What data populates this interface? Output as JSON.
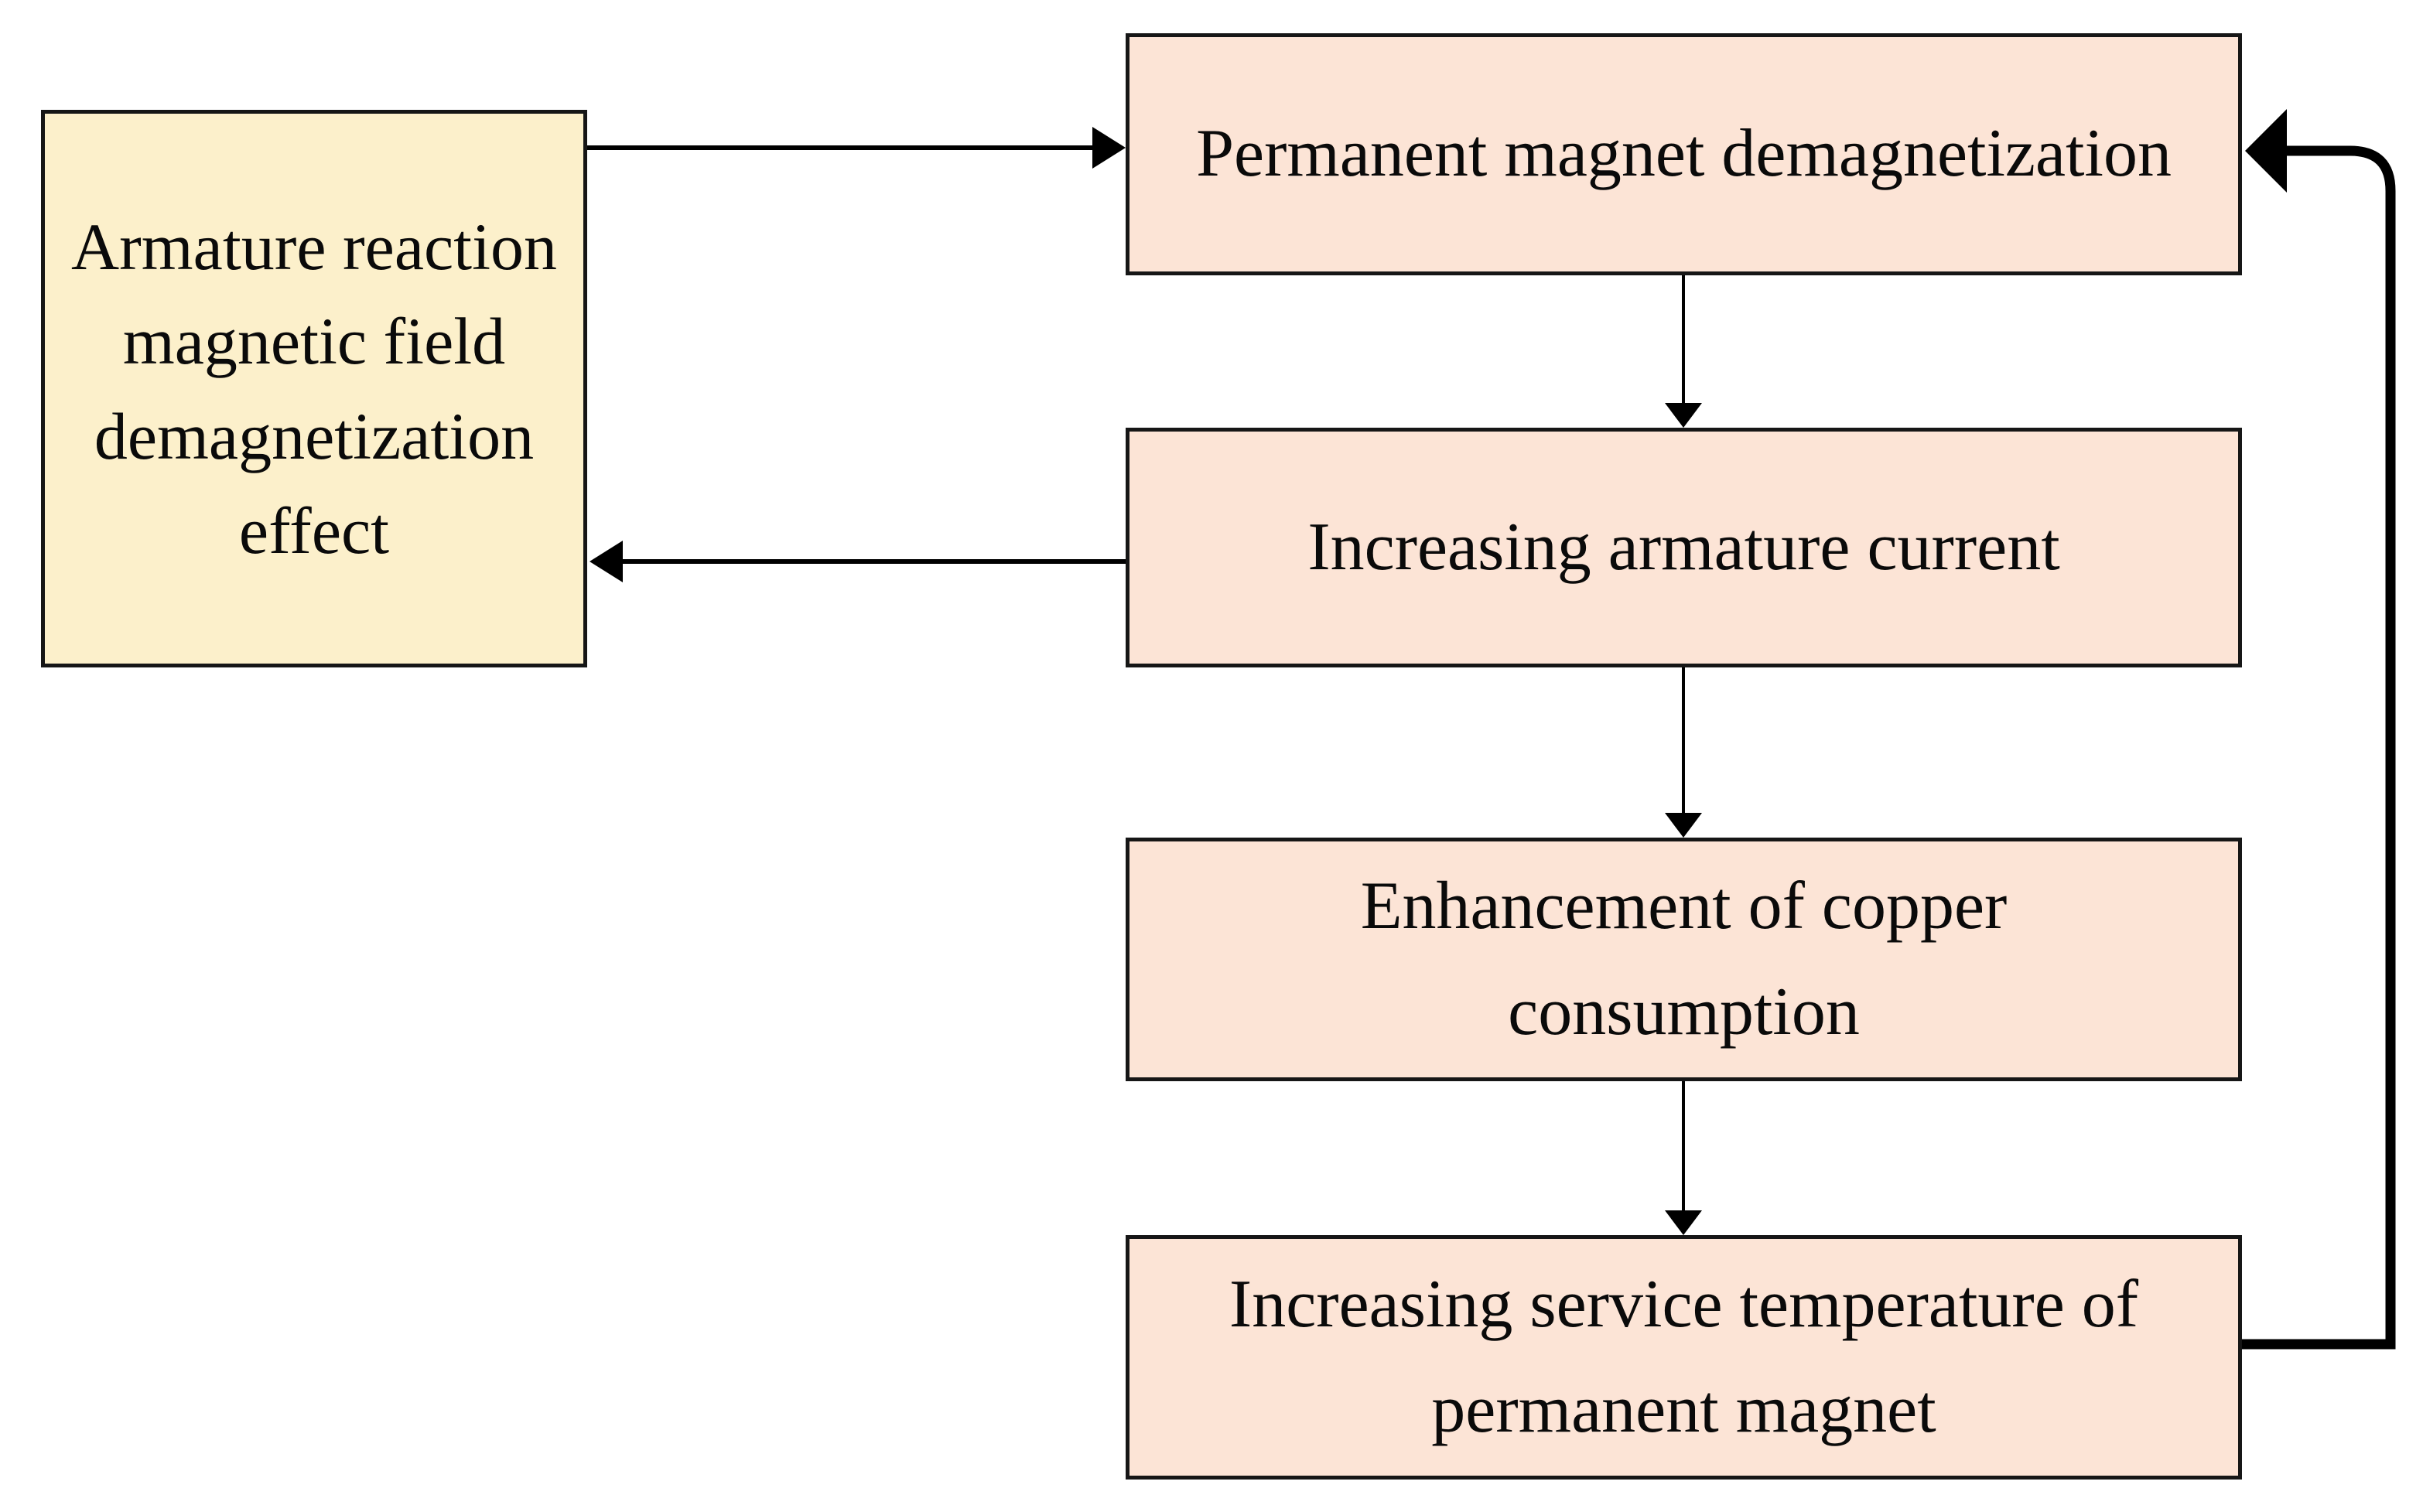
{
  "diagram": {
    "nodes": [
      {
        "id": "armature-reaction-effect",
        "label": "Armature reaction magnetic field demagnetization effect",
        "fill": "#fcf0cb"
      },
      {
        "id": "permanent-magnet-demagnetization",
        "label": "Permanent magnet demagnetization",
        "fill": "#fce4d6"
      },
      {
        "id": "increasing-armature-current",
        "label": "Increasing armature current",
        "fill": "#fce4d6"
      },
      {
        "id": "enhancement-of-copper-consumption",
        "label": "Enhancement of copper consumption",
        "fill": "#fce4d6"
      },
      {
        "id": "increasing-service-temperature",
        "label": "Increasing service temperature of permanent magnet",
        "fill": "#fce4d6"
      }
    ],
    "edges": [
      {
        "from": "armature-reaction-effect",
        "to": "permanent-magnet-demagnetization",
        "style": "thin"
      },
      {
        "from": "permanent-magnet-demagnetization",
        "to": "increasing-armature-current",
        "style": "thin"
      },
      {
        "from": "increasing-armature-current",
        "to": "armature-reaction-effect",
        "style": "thin"
      },
      {
        "from": "increasing-armature-current",
        "to": "enhancement-of-copper-consumption",
        "style": "thin"
      },
      {
        "from": "enhancement-of-copper-consumption",
        "to": "increasing-service-temperature",
        "style": "thin"
      },
      {
        "from": "increasing-service-temperature",
        "to": "permanent-magnet-demagnetization",
        "style": "thick-feedback"
      }
    ],
    "colors": {
      "yellow_node_fill": "#fcf0cb",
      "peach_node_fill": "#fce4d6",
      "node_border": "#161616",
      "arrow": "#000000",
      "background": "#ffffff"
    }
  }
}
